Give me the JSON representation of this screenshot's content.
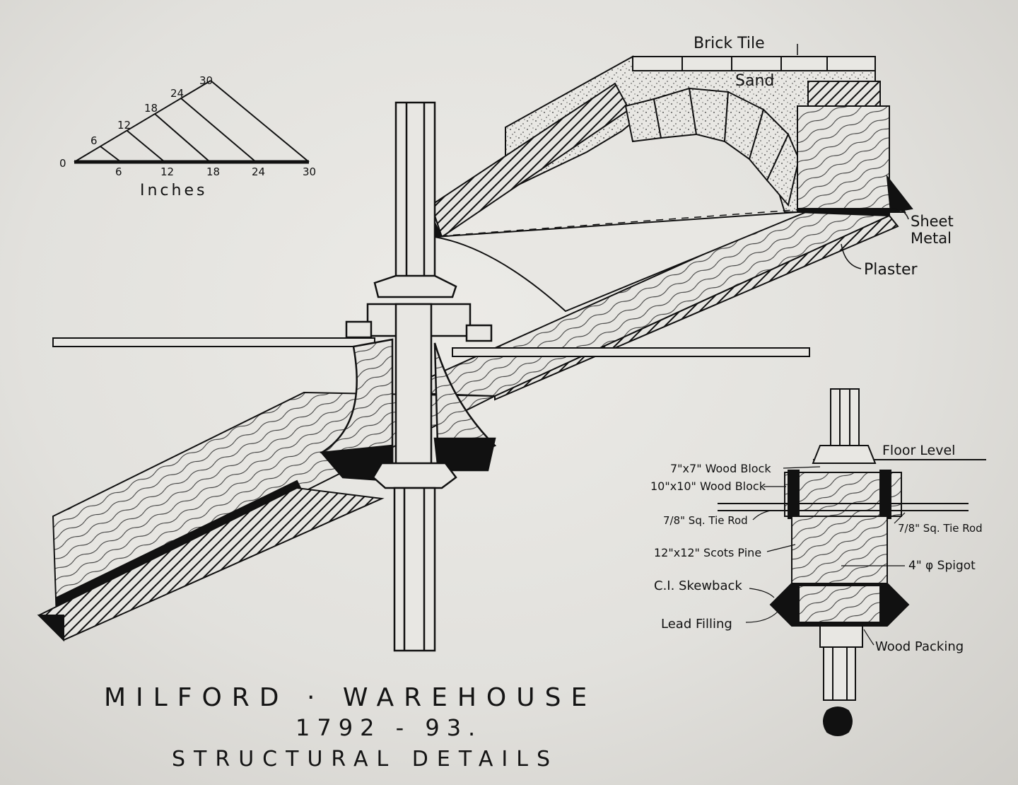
{
  "scale": {
    "upper_ticks": [
      "6",
      "12",
      "18",
      "24",
      "30"
    ],
    "lower_ticks": [
      "0",
      "6",
      "12",
      "18",
      "24",
      "30"
    ],
    "unit": "Inches"
  },
  "callouts": {
    "brick_tile": "Brick Tile",
    "sand": "Sand",
    "sheet_metal_1": "Sheet",
    "sheet_metal_2": "Metal",
    "plaster": "Plaster"
  },
  "section": {
    "floor_level": "Floor Level",
    "block_7": "7\"x7\" Wood Block",
    "block_10": "10\"x10\" Wood Block",
    "tie_rod_left": "7/8\" Sq. Tie Rod",
    "tie_rod_right": "7/8\" Sq. Tie Rod",
    "pine": "12\"x12\" Scots Pine",
    "spigot": "4\" φ Spigot",
    "skewback": "C.I. Skewback",
    "lead": "Lead Filling",
    "packing": "Wood Packing"
  },
  "title": {
    "line1": "MILFORD · WAREHOUSE",
    "line2": "1792 - 93.",
    "line3": "STRUCTURAL DETAILS"
  },
  "colors": {
    "ink": "#111111",
    "paper": "#e8e7e3"
  }
}
